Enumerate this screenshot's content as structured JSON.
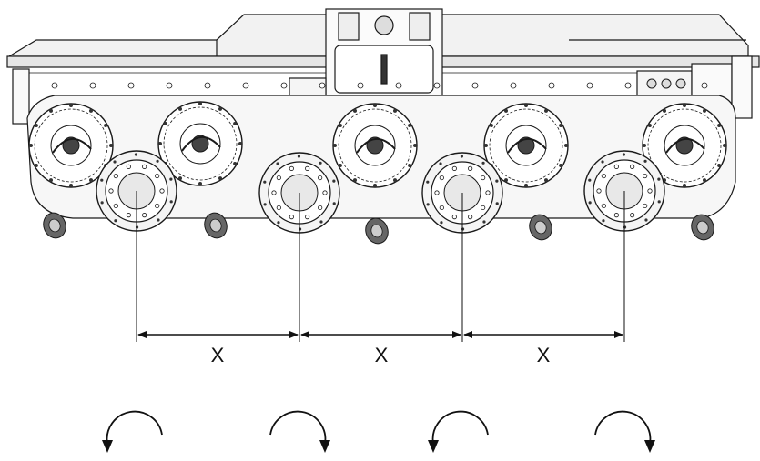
{
  "diagram": {
    "spacing_labels": [
      "X",
      "X",
      "X"
    ],
    "rotor_count": 4,
    "rotation_directions": [
      "counterclockwise",
      "clockwise",
      "counterclockwise",
      "clockwise"
    ],
    "line_color": "#1a1a1a",
    "fill_color": "#ffffff",
    "shade_color": "#d9d9d9"
  }
}
